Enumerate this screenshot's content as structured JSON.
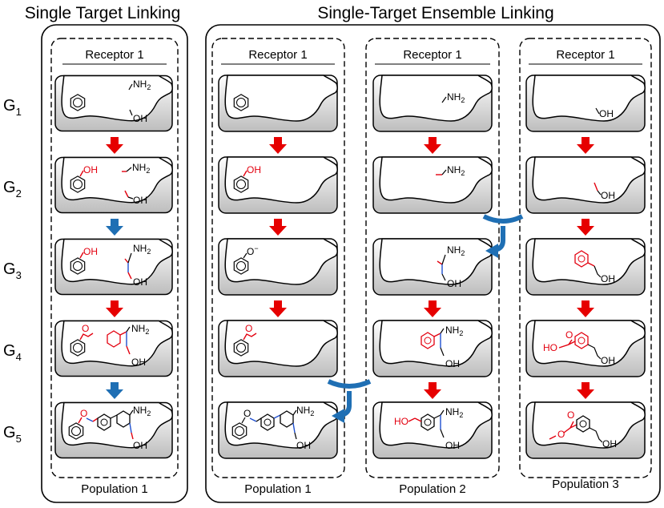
{
  "titles": {
    "left": "Single Target Linking",
    "right": "Single-Target Ensemble Linking"
  },
  "generations": [
    {
      "base": "G",
      "sub": "1"
    },
    {
      "base": "G",
      "sub": "2"
    },
    {
      "base": "G",
      "sub": "3"
    },
    {
      "base": "G",
      "sub": "4"
    },
    {
      "base": "G",
      "sub": "5"
    }
  ],
  "columns": [
    {
      "receptor": "Receptor 1",
      "population": "Population 1"
    },
    {
      "receptor": "Receptor 1",
      "population": "Population 1"
    },
    {
      "receptor": "Receptor 1",
      "population": "Population 2"
    },
    {
      "receptor": "Receptor 1",
      "population": "Population 3"
    }
  ],
  "labels": {
    "nh2": "NH",
    "nh2_sub": "2",
    "oh": "OH",
    "oh_ester": "O",
    "ho": "HO",
    "cooh_o": "O",
    "cooh_ho": "HO",
    "anion": "O",
    "anion_charge": "−"
  },
  "colors": {
    "red_arrow": "#e60000",
    "blue_arrow": "#1f6fb4",
    "red_bond": "#e3000f",
    "blue_bond": "#1f4fcf",
    "pocket_fill": "#d3d3d3"
  }
}
